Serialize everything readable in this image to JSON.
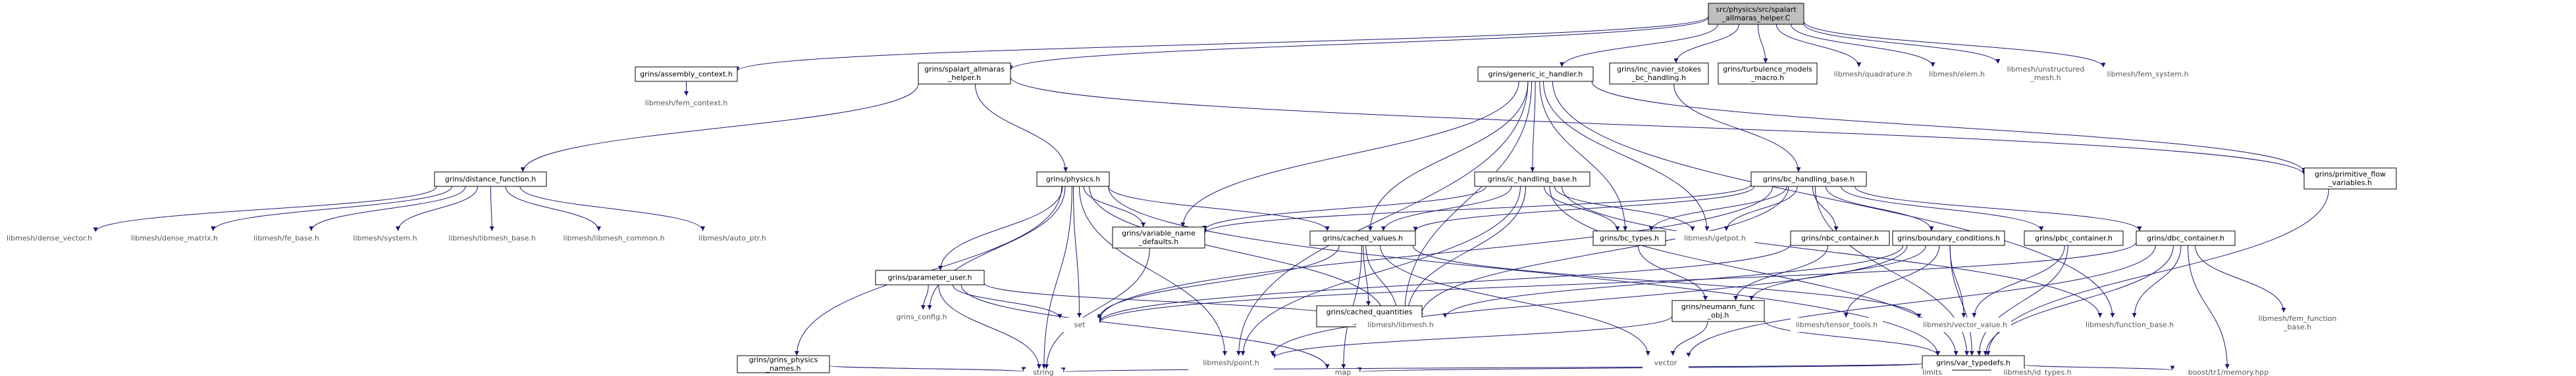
{
  "nodes": [
    {
      "id": "root",
      "lines": [
        "src/physics/src/spalart",
        "_allmaras_helper.C"
      ],
      "style": "root"
    },
    {
      "id": "assembly_context",
      "lines": [
        "grins/assembly_context.h"
      ],
      "style": "boxed"
    },
    {
      "id": "fem_context",
      "lines": [
        "libmesh/fem_context.h"
      ],
      "style": "plain"
    },
    {
      "id": "spalart_helper",
      "lines": [
        "grins/spalart_allmaras",
        "_helper.h"
      ],
      "style": "boxed"
    },
    {
      "id": "generic_ic",
      "lines": [
        "grins/generic_ic_handler.h"
      ],
      "style": "boxed"
    },
    {
      "id": "inc_ns_bc",
      "lines": [
        "grins/inc_navier_stokes",
        "_bc_handling.h"
      ],
      "style": "boxed"
    },
    {
      "id": "turb_models",
      "lines": [
        "grins/turbulence_models",
        "_macro.h"
      ],
      "style": "boxed"
    },
    {
      "id": "quadrature",
      "lines": [
        "libmesh/quadrature.h"
      ],
      "style": "plain"
    },
    {
      "id": "elem",
      "lines": [
        "libmesh/elem.h"
      ],
      "style": "plain"
    },
    {
      "id": "unstructured_mesh",
      "lines": [
        "libmesh/unstructured",
        "_mesh.h"
      ],
      "style": "plain"
    },
    {
      "id": "fem_system",
      "lines": [
        "libmesh/fem_system.h"
      ],
      "style": "plain"
    },
    {
      "id": "distance_function",
      "lines": [
        "grins/distance_function.h"
      ],
      "style": "boxed"
    },
    {
      "id": "physics",
      "lines": [
        "grins/physics.h"
      ],
      "style": "boxed"
    },
    {
      "id": "ic_handling_base",
      "lines": [
        "grins/ic_handling_base.h"
      ],
      "style": "boxed"
    },
    {
      "id": "bc_handling_base",
      "lines": [
        "grins/bc_handling_base.h"
      ],
      "style": "boxed"
    },
    {
      "id": "primitive_flow",
      "lines": [
        "grins/primitive_flow",
        "_variables.h"
      ],
      "style": "boxed"
    },
    {
      "id": "dense_vector",
      "lines": [
        "libmesh/dense_vector.h"
      ],
      "style": "plain"
    },
    {
      "id": "dense_matrix",
      "lines": [
        "libmesh/dense_matrix.h"
      ],
      "style": "plain"
    },
    {
      "id": "fe_base",
      "lines": [
        "libmesh/fe_base.h"
      ],
      "style": "plain"
    },
    {
      "id": "system",
      "lines": [
        "libmesh/system.h"
      ],
      "style": "plain"
    },
    {
      "id": "libmesh_base",
      "lines": [
        "libmesh/libmesh_base.h"
      ],
      "style": "plain"
    },
    {
      "id": "libmesh_common",
      "lines": [
        "libmesh/libmesh_common.h"
      ],
      "style": "plain"
    },
    {
      "id": "auto_ptr",
      "lines": [
        "libmesh/auto_ptr.h"
      ],
      "style": "plain"
    },
    {
      "id": "variable_name_defaults",
      "lines": [
        "grins/variable_name",
        "_defaults.h"
      ],
      "style": "boxed"
    },
    {
      "id": "cached_values",
      "lines": [
        "grins/cached_values.h"
      ],
      "style": "boxed"
    },
    {
      "id": "bc_types",
      "lines": [
        "grins/bc_types.h"
      ],
      "style": "boxed"
    },
    {
      "id": "getpot",
      "lines": [
        "libmesh/getpot.h"
      ],
      "style": "plain"
    },
    {
      "id": "nbc_container",
      "lines": [
        "grins/nbc_container.h"
      ],
      "style": "boxed"
    },
    {
      "id": "boundary_conditions",
      "lines": [
        "grins/boundary_conditions.h"
      ],
      "style": "boxed"
    },
    {
      "id": "pbc_container",
      "lines": [
        "grins/pbc_container.h"
      ],
      "style": "boxed"
    },
    {
      "id": "dbc_container",
      "lines": [
        "grins/dbc_container.h"
      ],
      "style": "boxed"
    },
    {
      "id": "parameter_user",
      "lines": [
        "grins/parameter_user.h"
      ],
      "style": "boxed"
    },
    {
      "id": "grins_config",
      "lines": [
        "grins_config.h"
      ],
      "style": "plain"
    },
    {
      "id": "set",
      "lines": [
        "set"
      ],
      "style": "plain"
    },
    {
      "id": "cached_quantities_enum",
      "lines": [
        "grins/cached_quantities",
        "_enum.h"
      ],
      "style": "boxed"
    },
    {
      "id": "libmesh_h",
      "lines": [
        "libmesh/libmesh.h"
      ],
      "style": "plain"
    },
    {
      "id": "neumann_func",
      "lines": [
        "grins/neumann_func",
        "_obj.h"
      ],
      "style": "boxed"
    },
    {
      "id": "tensor_tools",
      "lines": [
        "libmesh/tensor_tools.h"
      ],
      "style": "plain"
    },
    {
      "id": "vector_value",
      "lines": [
        "libmesh/vector_value.h"
      ],
      "style": "plain"
    },
    {
      "id": "function_base",
      "lines": [
        "libmesh/function_base.h"
      ],
      "style": "plain"
    },
    {
      "id": "fem_function_base",
      "lines": [
        "libmesh/fem_function",
        "_base.h"
      ],
      "style": "plain"
    },
    {
      "id": "grins_physics_names",
      "lines": [
        "grins/grins_physics",
        "_names.h"
      ],
      "style": "boxed"
    },
    {
      "id": "point",
      "lines": [
        "libmesh/point.h"
      ],
      "style": "plain"
    },
    {
      "id": "vector",
      "lines": [
        "vector"
      ],
      "style": "plain"
    },
    {
      "id": "var_typedefs",
      "lines": [
        "grins/var_typedefs.h"
      ],
      "style": "boxed"
    },
    {
      "id": "string",
      "lines": [
        "string"
      ],
      "style": "plain"
    },
    {
      "id": "map",
      "lines": [
        "map"
      ],
      "style": "plain"
    },
    {
      "id": "limits",
      "lines": [
        "limits"
      ],
      "style": "plain"
    },
    {
      "id": "id_types",
      "lines": [
        "libmesh/id_types.h"
      ],
      "style": "plain"
    },
    {
      "id": "memory",
      "lines": [
        "boost/tr1/memory.hpp"
      ],
      "style": "plain"
    }
  ],
  "edges": [
    [
      "root",
      "assembly_context"
    ],
    [
      "root",
      "spalart_helper"
    ],
    [
      "root",
      "generic_ic"
    ],
    [
      "root",
      "inc_ns_bc"
    ],
    [
      "root",
      "turb_models"
    ],
    [
      "root",
      "quadrature"
    ],
    [
      "root",
      "elem"
    ],
    [
      "root",
      "unstructured_mesh"
    ],
    [
      "root",
      "fem_system"
    ],
    [
      "assembly_context",
      "fem_context"
    ],
    [
      "spalart_helper",
      "distance_function"
    ],
    [
      "spalart_helper",
      "physics"
    ],
    [
      "spalart_helper",
      "primitive_flow"
    ],
    [
      "generic_ic",
      "ic_handling_base"
    ],
    [
      "generic_ic",
      "variable_name_defaults"
    ],
    [
      "generic_ic",
      "cached_values"
    ],
    [
      "generic_ic",
      "bc_types"
    ],
    [
      "generic_ic",
      "getpot"
    ],
    [
      "generic_ic",
      "libmesh_h"
    ],
    [
      "generic_ic",
      "point"
    ],
    [
      "generic_ic",
      "primitive_flow"
    ],
    [
      "generic_ic",
      "function_base"
    ],
    [
      "inc_ns_bc",
      "bc_handling_base"
    ],
    [
      "distance_function",
      "dense_vector"
    ],
    [
      "distance_function",
      "dense_matrix"
    ],
    [
      "distance_function",
      "fe_base"
    ],
    [
      "distance_function",
      "system"
    ],
    [
      "distance_function",
      "libmesh_base"
    ],
    [
      "distance_function",
      "libmesh_common"
    ],
    [
      "distance_function",
      "auto_ptr"
    ],
    [
      "physics",
      "variable_name_defaults"
    ],
    [
      "physics",
      "cached_values"
    ],
    [
      "physics",
      "parameter_user"
    ],
    [
      "physics",
      "grins_config"
    ],
    [
      "physics",
      "set"
    ],
    [
      "physics",
      "libmesh_h"
    ],
    [
      "physics",
      "point"
    ],
    [
      "physics",
      "string"
    ],
    [
      "physics",
      "grins_physics_names"
    ],
    [
      "physics",
      "var_typedefs"
    ],
    [
      "ic_handling_base",
      "variable_name_defaults"
    ],
    [
      "ic_handling_base",
      "cached_values"
    ],
    [
      "ic_handling_base",
      "bc_types"
    ],
    [
      "ic_handling_base",
      "getpot"
    ],
    [
      "ic_handling_base",
      "libmesh_h"
    ],
    [
      "ic_handling_base",
      "point"
    ],
    [
      "ic_handling_base",
      "var_typedefs"
    ],
    [
      "ic_handling_base",
      "function_base"
    ],
    [
      "bc_handling_base",
      "variable_name_defaults"
    ],
    [
      "bc_handling_base",
      "cached_values"
    ],
    [
      "bc_handling_base",
      "bc_types"
    ],
    [
      "bc_handling_base",
      "getpot"
    ],
    [
      "bc_handling_base",
      "nbc_container"
    ],
    [
      "bc_handling_base",
      "boundary_conditions"
    ],
    [
      "bc_handling_base",
      "pbc_container"
    ],
    [
      "bc_handling_base",
      "dbc_container"
    ],
    [
      "bc_handling_base",
      "libmesh_h"
    ],
    [
      "bc_handling_base",
      "var_typedefs"
    ],
    [
      "bc_handling_base",
      "set"
    ],
    [
      "primitive_flow",
      "var_typedefs"
    ],
    [
      "variable_name_defaults",
      "string"
    ],
    [
      "cached_values",
      "cached_quantities_enum"
    ],
    [
      "cached_values",
      "libmesh_h"
    ],
    [
      "cached_values",
      "set"
    ],
    [
      "cached_values",
      "map"
    ],
    [
      "cached_values",
      "vector"
    ],
    [
      "cached_values",
      "vector_value"
    ],
    [
      "bc_types",
      "neumann_func"
    ],
    [
      "nbc_container",
      "neumann_func"
    ],
    [
      "nbc_container",
      "set"
    ],
    [
      "boundary_conditions",
      "tensor_tools"
    ],
    [
      "boundary_conditions",
      "vector_value"
    ],
    [
      "boundary_conditions",
      "point"
    ],
    [
      "boundary_conditions",
      "var_typedefs"
    ],
    [
      "boundary_conditions",
      "libmesh_h"
    ],
    [
      "boundary_conditions",
      "neumann_func"
    ],
    [
      "pbc_container",
      "vector_value"
    ],
    [
      "pbc_container",
      "var_typedefs"
    ],
    [
      "dbc_container",
      "function_base"
    ],
    [
      "dbc_container",
      "fem_function_base"
    ],
    [
      "dbc_container",
      "var_typedefs"
    ],
    [
      "dbc_container",
      "vector"
    ],
    [
      "dbc_container",
      "set"
    ],
    [
      "dbc_container",
      "memory"
    ],
    [
      "parameter_user",
      "grins_config"
    ],
    [
      "parameter_user",
      "set"
    ],
    [
      "parameter_user",
      "string"
    ],
    [
      "parameter_user",
      "map"
    ],
    [
      "parameter_user",
      "libmesh_h"
    ],
    [
      "neumann_func",
      "vector"
    ],
    [
      "neumann_func",
      "point"
    ],
    [
      "neumann_func",
      "var_typedefs"
    ],
    [
      "grins_physics_names",
      "string"
    ],
    [
      "var_typedefs",
      "string"
    ],
    [
      "var_typedefs",
      "map"
    ],
    [
      "var_typedefs",
      "limits"
    ],
    [
      "var_typedefs",
      "id_types"
    ],
    [
      "var_typedefs",
      "memory"
    ]
  ],
  "colors": {
    "edge": "#191970",
    "box_border": "#000000",
    "root_fill": "#bfbfbf",
    "plain_border": "#bfbfbf",
    "text": "#000000",
    "plain_text": "#555555"
  }
}
